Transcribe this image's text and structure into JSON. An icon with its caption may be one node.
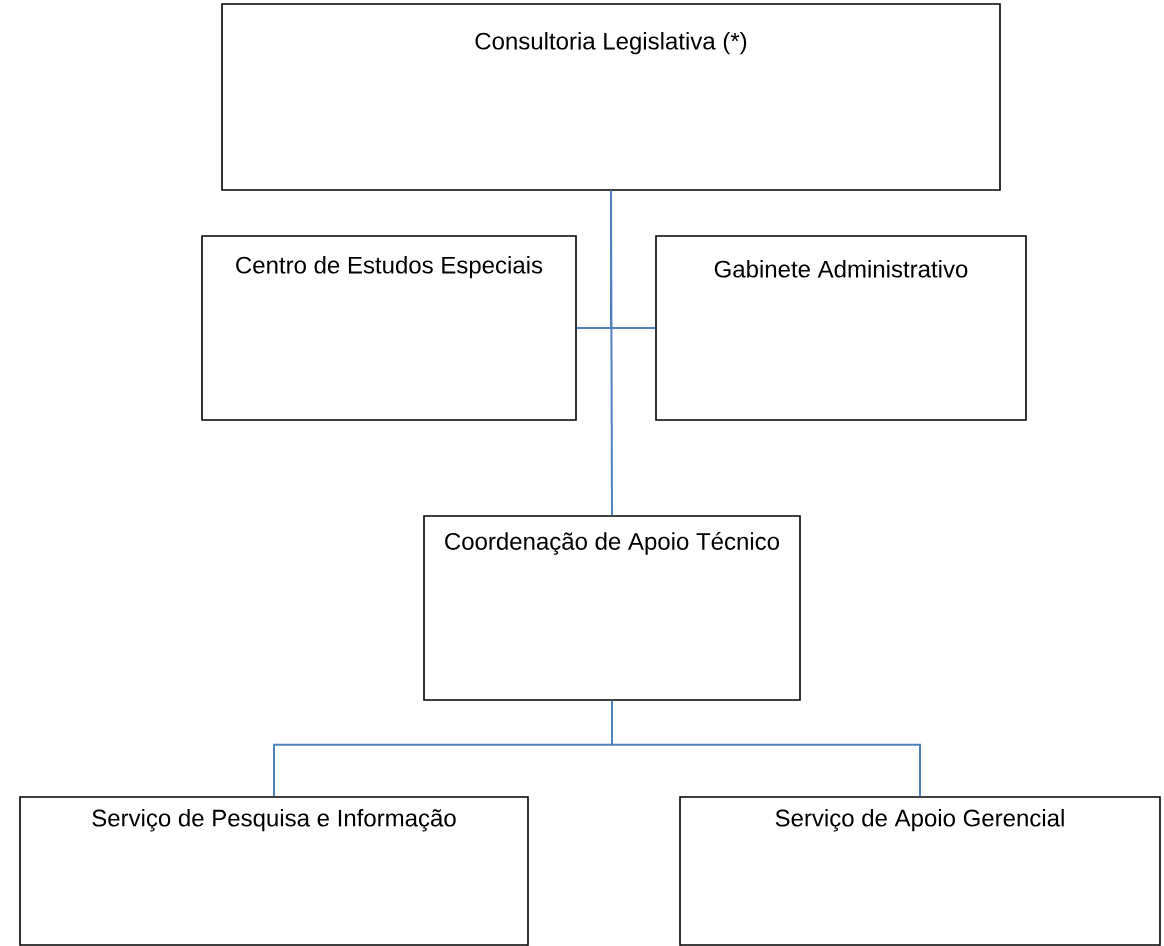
{
  "diagram": {
    "nodes": [
      {
        "text": [
          "Consultoria Legislativa (*)"
        ]
      },
      {
        "text": [
          "Centro de Estudos Especiais"
        ]
      },
      {
        "text": [
          "Gabinete Administrativo"
        ]
      },
      {
        "text": [
          "Coordenação de Apoio Técnico"
        ]
      },
      {
        "text": [
          "Serviço de Pesquisa e Informação"
        ]
      },
      {
        "text": [
          "Serviço de Apoio Gerencial"
        ]
      }
    ],
    "edges": [
      {
        "from": 0,
        "to": 1,
        "arrow": "none"
      },
      {
        "from": 0,
        "to": 2,
        "arrow": "none"
      },
      {
        "from": 0,
        "to": 3,
        "arrow": "none"
      },
      {
        "from": 3,
        "to": 4,
        "arrow": "none"
      },
      {
        "from": 3,
        "to": 5,
        "arrow": "none"
      }
    ]
  }
}
